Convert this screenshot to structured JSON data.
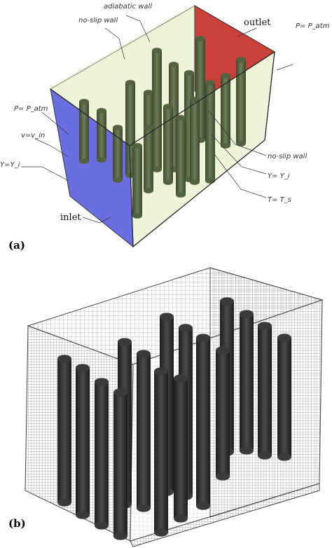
{
  "panel_a": {
    "tag": "(a)",
    "labels": {
      "adiabatic_wall": "adiabatic wall",
      "no_slip_wall_top": "no-slip wall",
      "outlet": "outlet",
      "p_outlet": "P= P_atm",
      "p_inlet": "P= P_atm",
      "v_inlet": "v=v_in",
      "y_inlet": "Y=Y_i",
      "inlet": "inlet",
      "no_slip_wall_side": "no-slip wall",
      "y_cyl": "Y= Y_i",
      "t_cyl": "T= T_s"
    },
    "colors": {
      "inlet_face": "#6a6ee0",
      "outlet_face": "#c9413a",
      "wall_face": "#eef4d9",
      "cylinder": "#4c5a3c",
      "cylinder_light": "#6b7a55"
    }
  },
  "panel_b": {
    "tag": "(b)",
    "colors": {
      "mesh_line": "#555555",
      "cylinder": "#2c2c2c"
    }
  }
}
